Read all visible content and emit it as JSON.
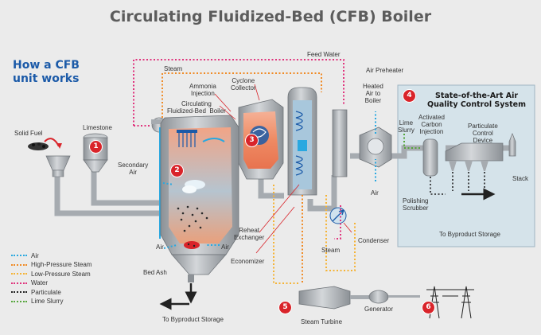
{
  "title": "Circulating Fluidized-Bed (CFB) Boiler",
  "subtitle": "How a CFB unit works",
  "labels": {
    "feed_water": "Feed Water",
    "steam_top": "Steam",
    "ammonia": "Ammonia\nInjection",
    "cyclone": "Cyclone\nCollector",
    "cfb_boiler": "Circulating\nFluidized-Bed  Boiler",
    "solid_fuel": "Solid Fuel",
    "limestone": "Limestone",
    "secondary_air": "Secondary\nAir",
    "air_left": "Air",
    "air_right": "Air",
    "bed_ash": "Bed Ash",
    "byproduct_left": "To Byproduct Storage",
    "reheat": "Reheat\nExchanger",
    "economizer": "Economizer",
    "steam_mid": "Steam",
    "condenser": "Condenser",
    "steam_turbine": "Steam Turbine",
    "generator": "Generator",
    "air_preheater": "Air Preheater",
    "heated_air": "Heated\nAir to\nBoiler",
    "air_bottom": "Air",
    "aq_title": "State-of-the-Art Air\nQuality Control System",
    "lime_slurry": "Lime\nSlurry",
    "activated_carbon": "Activated\nCarbon\nInjection",
    "particulate_device": "Particulate\nControl\nDevice",
    "stack": "Stack",
    "polishing": "Polishing\nScrubber",
    "byproduct_right": "To Byproduct Storage"
  },
  "steps": [
    "1",
    "2",
    "3",
    "4",
    "5",
    "6"
  ],
  "legend": [
    {
      "label": "Air",
      "color": "#29a8e0"
    },
    {
      "label": "High-Pressure Steam",
      "color": "#f08a24"
    },
    {
      "label": "Low-Pressure Steam",
      "color": "#f5b335"
    },
    {
      "label": "Water",
      "color": "#e0337c"
    },
    {
      "label": "Particulate",
      "color": "#222222"
    },
    {
      "label": "Lime Slurry",
      "color": "#55a63c"
    }
  ],
  "colors": {
    "steel": "#a6abb0",
    "steel_dark": "#7d8287",
    "fire": "#f08a5d",
    "accent": "#d9242a",
    "panel": "#d5e3ea"
  }
}
